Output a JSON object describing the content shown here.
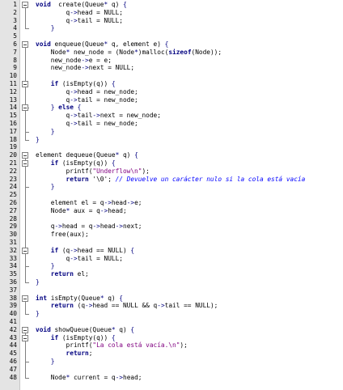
{
  "editor": {
    "lines": [
      {
        "n": "1",
        "t": [
          [
            "kw",
            "void"
          ],
          [
            "",
            "  create(Queue"
          ],
          [
            "op",
            "*"
          ],
          [
            "",
            " q) "
          ],
          [
            "op",
            "{"
          ]
        ]
      },
      {
        "n": "2",
        "t": [
          [
            "",
            "        q"
          ],
          [
            "op",
            "->"
          ],
          [
            "",
            "head = NULL;"
          ]
        ]
      },
      {
        "n": "3",
        "t": [
          [
            "",
            "        q"
          ],
          [
            "op",
            "->"
          ],
          [
            "",
            "tail = NULL;"
          ]
        ]
      },
      {
        "n": "4",
        "t": [
          [
            "op",
            "    }"
          ]
        ]
      },
      {
        "n": "5",
        "t": []
      },
      {
        "n": "6",
        "t": [
          [
            "kw",
            "void"
          ],
          [
            "",
            " enqueue(Queue"
          ],
          [
            "op",
            "*"
          ],
          [
            "",
            " q, element e) "
          ],
          [
            "op",
            "{"
          ]
        ]
      },
      {
        "n": "7",
        "t": [
          [
            "",
            "    Node"
          ],
          [
            "op",
            "*"
          ],
          [
            "",
            " new_node = (Node"
          ],
          [
            "op",
            "*"
          ],
          [
            "",
            ")malloc("
          ],
          [
            "kw",
            "sizeof"
          ],
          [
            "",
            "(Node));"
          ]
        ]
      },
      {
        "n": "8",
        "t": [
          [
            "",
            "    new_node"
          ],
          [
            "op",
            "->"
          ],
          [
            "",
            "e = e;"
          ]
        ]
      },
      {
        "n": "9",
        "t": [
          [
            "",
            "    new_node"
          ],
          [
            "op",
            "->"
          ],
          [
            "",
            "next = NULL;"
          ]
        ]
      },
      {
        "n": "10",
        "t": []
      },
      {
        "n": "11",
        "t": [
          [
            "kw",
            "    if"
          ],
          [
            "",
            " (isEmpty(q)) "
          ],
          [
            "op",
            "{"
          ]
        ]
      },
      {
        "n": "12",
        "t": [
          [
            "",
            "        q"
          ],
          [
            "op",
            "->"
          ],
          [
            "",
            "head = new_node;"
          ]
        ]
      },
      {
        "n": "13",
        "t": [
          [
            "",
            "        q"
          ],
          [
            "op",
            "->"
          ],
          [
            "",
            "tail = new_node;"
          ]
        ]
      },
      {
        "n": "14",
        "t": [
          [
            "op",
            "    }"
          ],
          [
            "kw",
            " else"
          ],
          [
            "op",
            " {"
          ]
        ]
      },
      {
        "n": "15",
        "t": [
          [
            "",
            "        q"
          ],
          [
            "op",
            "->"
          ],
          [
            "",
            "tail"
          ],
          [
            "op",
            "->"
          ],
          [
            "",
            "next = new_node;"
          ]
        ]
      },
      {
        "n": "16",
        "t": [
          [
            "",
            "        q"
          ],
          [
            "op",
            "->"
          ],
          [
            "",
            "tail = new_node;"
          ]
        ]
      },
      {
        "n": "17",
        "t": [
          [
            "op",
            "    }"
          ]
        ]
      },
      {
        "n": "18",
        "t": [
          [
            "op",
            "}"
          ]
        ]
      },
      {
        "n": "19",
        "t": []
      },
      {
        "n": "20",
        "t": [
          [
            "",
            "element dequeue(Queue"
          ],
          [
            "op",
            "*"
          ],
          [
            "",
            " q) "
          ],
          [
            "op",
            "{"
          ]
        ]
      },
      {
        "n": "21",
        "t": [
          [
            "kw",
            "    if"
          ],
          [
            "",
            " (isEmpty(q)) "
          ],
          [
            "op",
            "{"
          ]
        ]
      },
      {
        "n": "22",
        "t": [
          [
            "",
            "        printf("
          ],
          [
            "str",
            "\"Underflow\\n\""
          ],
          [
            "",
            ");"
          ]
        ]
      },
      {
        "n": "23",
        "t": [
          [
            "kw",
            "        return"
          ],
          [
            "",
            " '\\0'; "
          ],
          [
            "cm",
            "// Devuelve un carácter nulo si la cola está vacía"
          ]
        ]
      },
      {
        "n": "24",
        "t": [
          [
            "op",
            "    }"
          ]
        ]
      },
      {
        "n": "25",
        "t": []
      },
      {
        "n": "26",
        "t": [
          [
            "",
            "    element el = q"
          ],
          [
            "op",
            "->"
          ],
          [
            "",
            "head"
          ],
          [
            "op",
            "->"
          ],
          [
            "",
            "e;"
          ]
        ]
      },
      {
        "n": "27",
        "t": [
          [
            "",
            "    Node"
          ],
          [
            "op",
            "*"
          ],
          [
            "",
            " aux = q"
          ],
          [
            "op",
            "->"
          ],
          [
            "",
            "head;"
          ]
        ]
      },
      {
        "n": "28",
        "t": []
      },
      {
        "n": "29",
        "t": [
          [
            "",
            "    q"
          ],
          [
            "op",
            "->"
          ],
          [
            "",
            "head = q"
          ],
          [
            "op",
            "->"
          ],
          [
            "",
            "head"
          ],
          [
            "op",
            "->"
          ],
          [
            "",
            "next;"
          ]
        ]
      },
      {
        "n": "30",
        "t": [
          [
            "",
            "    free(aux);"
          ]
        ]
      },
      {
        "n": "31",
        "t": []
      },
      {
        "n": "32",
        "t": [
          [
            "kw",
            "    if"
          ],
          [
            "",
            " (q"
          ],
          [
            "op",
            "->"
          ],
          [
            "",
            "head == NULL) "
          ],
          [
            "op",
            "{"
          ]
        ]
      },
      {
        "n": "33",
        "t": [
          [
            "",
            "        q"
          ],
          [
            "op",
            "->"
          ],
          [
            "",
            "tail = NULL;"
          ]
        ]
      },
      {
        "n": "34",
        "t": [
          [
            "op",
            "    }"
          ]
        ]
      },
      {
        "n": "35",
        "t": [
          [
            "kw",
            "    return"
          ],
          [
            "",
            " el;"
          ]
        ]
      },
      {
        "n": "36",
        "t": [
          [
            "op",
            "}"
          ]
        ]
      },
      {
        "n": "37",
        "t": []
      },
      {
        "n": "38",
        "t": [
          [
            "kw",
            "int"
          ],
          [
            "",
            " isEmpty(Queue"
          ],
          [
            "op",
            "*"
          ],
          [
            "",
            " q) "
          ],
          [
            "op",
            "{"
          ]
        ]
      },
      {
        "n": "39",
        "t": [
          [
            "kw",
            "    return"
          ],
          [
            "",
            " (q"
          ],
          [
            "op",
            "->"
          ],
          [
            "",
            "head == NULL && q"
          ],
          [
            "op",
            "->"
          ],
          [
            "",
            "tail == NULL);"
          ]
        ]
      },
      {
        "n": "40",
        "t": [
          [
            "op",
            "}"
          ]
        ]
      },
      {
        "n": "41",
        "t": []
      },
      {
        "n": "42",
        "t": [
          [
            "kw",
            "void"
          ],
          [
            "",
            " showQueue(Queue"
          ],
          [
            "op",
            "*"
          ],
          [
            "",
            " q) "
          ],
          [
            "op",
            "{"
          ]
        ]
      },
      {
        "n": "43",
        "t": [
          [
            "kw",
            "    if"
          ],
          [
            "",
            " (isEmpty(q)) "
          ],
          [
            "op",
            "{"
          ]
        ]
      },
      {
        "n": "44",
        "t": [
          [
            "",
            "        printf("
          ],
          [
            "str",
            "\"La cola está vacía.\\n\""
          ],
          [
            "",
            ");"
          ]
        ]
      },
      {
        "n": "45",
        "t": [
          [
            "kw",
            "        return"
          ],
          [
            "",
            ";"
          ]
        ]
      },
      {
        "n": "46",
        "t": [
          [
            "op",
            "    }"
          ]
        ]
      },
      {
        "n": "47",
        "t": []
      },
      {
        "n": "48",
        "t": [
          [
            "",
            "    Node"
          ],
          [
            "op",
            "*"
          ],
          [
            "",
            " current = q"
          ],
          [
            "op",
            "->"
          ],
          [
            "",
            "head;"
          ]
        ]
      }
    ],
    "folds": [
      1,
      6,
      11,
      14,
      20,
      21,
      32,
      38,
      42,
      43
    ]
  }
}
